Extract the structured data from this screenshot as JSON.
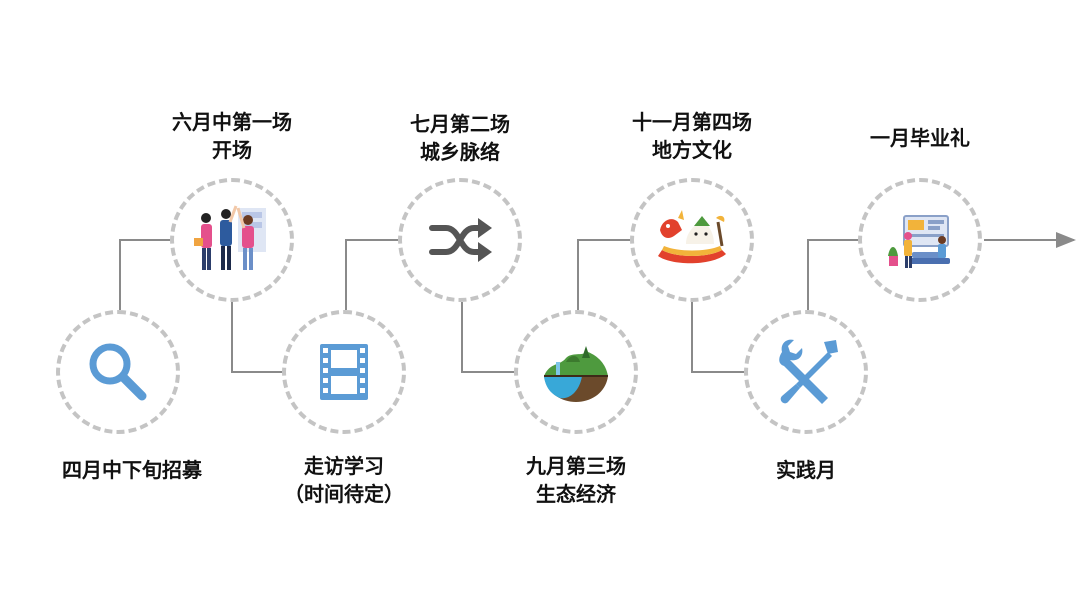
{
  "timeline": {
    "steps": [
      {
        "lines": [
          "四月中下旬招募"
        ],
        "icon": "magnifier-icon"
      },
      {
        "lines": [
          "六月中第一场",
          "开场"
        ],
        "icon": "team-celebration-icon"
      },
      {
        "lines": [
          "走访学习",
          "（时间待定）"
        ],
        "icon": "film-strip-icon"
      },
      {
        "lines": [
          "七月第二场",
          "城乡脉络"
        ],
        "icon": "shuffle-icon"
      },
      {
        "lines": [
          "九月第三场",
          "生态经济"
        ],
        "icon": "floating-island-icon"
      },
      {
        "lines": [
          "十一月第四场",
          "地方文化"
        ],
        "icon": "dragon-boat-icon"
      },
      {
        "lines": [
          "实践月"
        ],
        "icon": "wrench-screwdriver-icon"
      },
      {
        "lines": [
          "一月毕业礼"
        ],
        "icon": "graduation-workspace-icon"
      }
    ]
  },
  "colors": {
    "connector": "#8a8a8a",
    "node_border": "#c4c4c4",
    "icon_blue": "#5b9bd5",
    "shuffle_gray": "#555555"
  }
}
